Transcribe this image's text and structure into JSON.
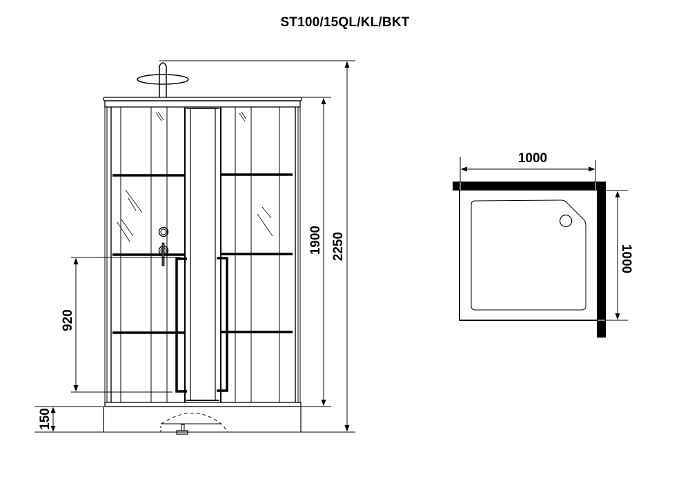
{
  "title": "ST100/15QL/KL/BKT",
  "front_view": {
    "dimensions": {
      "total_height": "2250",
      "cabin_height": "1900",
      "mixer_height": "920",
      "tray_height": "150"
    }
  },
  "plan_view": {
    "dimensions": {
      "width": "1000",
      "depth": "1000"
    }
  },
  "colors": {
    "line": "#000000",
    "background": "#ffffff"
  }
}
